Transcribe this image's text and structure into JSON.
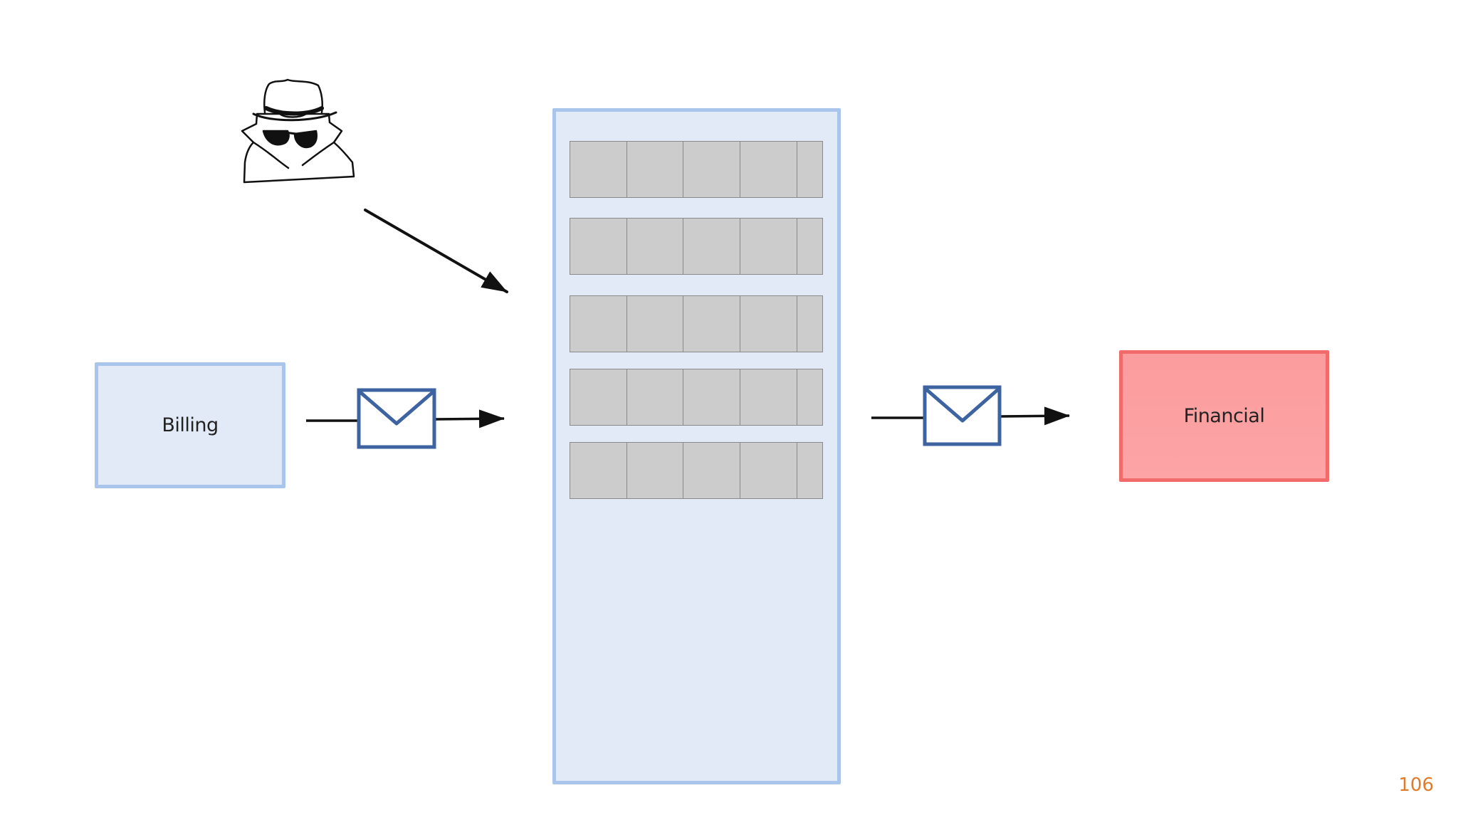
{
  "nodes": {
    "billing": {
      "label": "Billing",
      "fill": "#e1eaf6",
      "stroke": "#a9c5ec"
    },
    "financial": {
      "label": "Financial",
      "fill": "#fda4a6",
      "stroke": "#f26b6b"
    },
    "queue": {
      "fill": "#e1eaf6",
      "stroke": "#a9c5ec",
      "message_rows": 5,
      "cells_per_row": 5,
      "cell_fill": "#cccccc"
    },
    "attacker": {
      "icon": "spy-incognito-icon"
    }
  },
  "envelopes": {
    "icon": "envelope-icon",
    "stroke": "#3d63a1",
    "fill": "#ffffff"
  },
  "edges": [
    {
      "from": "attacker",
      "to": "queue"
    },
    {
      "from": "billing",
      "to": "queue",
      "carries": "envelope"
    },
    {
      "from": "queue",
      "to": "financial",
      "carries": "envelope"
    }
  ],
  "page_number": "106",
  "colors": {
    "arrow": "#111111",
    "page_number": "#e07b2a"
  }
}
